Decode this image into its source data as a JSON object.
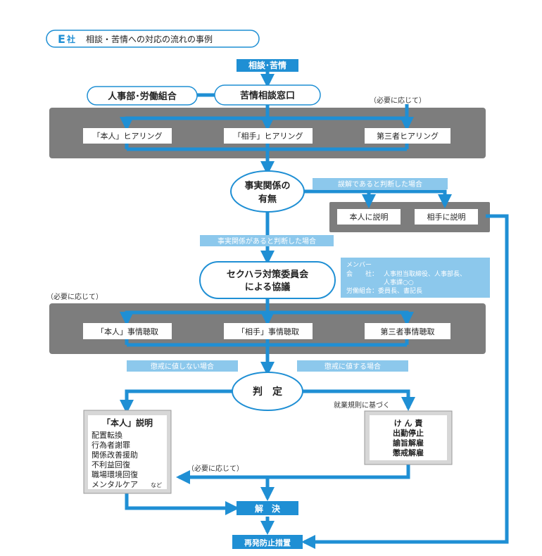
{
  "header": {
    "badge": "E",
    "company": "社",
    "title": "相談・苦情への対応の流れの事例"
  },
  "colors": {
    "blue": "#1f8fd4",
    "light_blue": "#8cc8ec",
    "gray_band": "#7d7d7d",
    "light_gray": "#d7d7d7",
    "white": "#ffffff",
    "text": "#222222"
  },
  "flow": {
    "start": "相談･苦情",
    "hr_union": "人事部･労働組合",
    "complaint_desk": "苦情相談窓口",
    "if_needed_1": "（必要に応じて）",
    "hearing": {
      "self": "「本人」ヒアリング",
      "other": "「相手」ヒアリング",
      "third": "第三者ヒアリング"
    },
    "fact_check": {
      "line1": "事実関係の",
      "line2": "有無"
    },
    "misunderstanding": "誤解であると判断した場合",
    "explain_self": "本人に説明",
    "explain_other": "相手に説明",
    "fact_exists": "事実関係があると判断した場合",
    "committee": {
      "line1": "セクハラ対策委員会",
      "line2": "による協議"
    },
    "members": {
      "title": "メンバー",
      "company_label": "会　　社：",
      "company_line1": "人事担当取締役、人事部長、",
      "company_line2": "人事課○○",
      "union_line": "労働組合：委員長、書記長"
    },
    "if_needed_2": "（必要に応じて）",
    "inquiry": {
      "self": "「本人」事情聴取",
      "other": "「相手」事情聴取",
      "third": "第三者事情聴取"
    },
    "not_disciplinary": "懲戒に値しない場合",
    "disciplinary": "懲戒に値する場合",
    "judgment": "判　定",
    "work_rules": "就業規則に基づく",
    "explanation_box": {
      "title": "「本人」説明",
      "items": [
        "配置転換",
        "行為者謝罪",
        "関係改善援助",
        "不利益回復",
        "職場環境回復",
        "メンタルケア"
      ],
      "suffix": "など"
    },
    "sanctions": [
      "け ん 責",
      "出勤停止",
      "諭旨解雇",
      "懲戒解雇"
    ],
    "if_needed_3": "（必要に応じて）",
    "resolution": "解　決",
    "prevention": "再発防止措置"
  }
}
